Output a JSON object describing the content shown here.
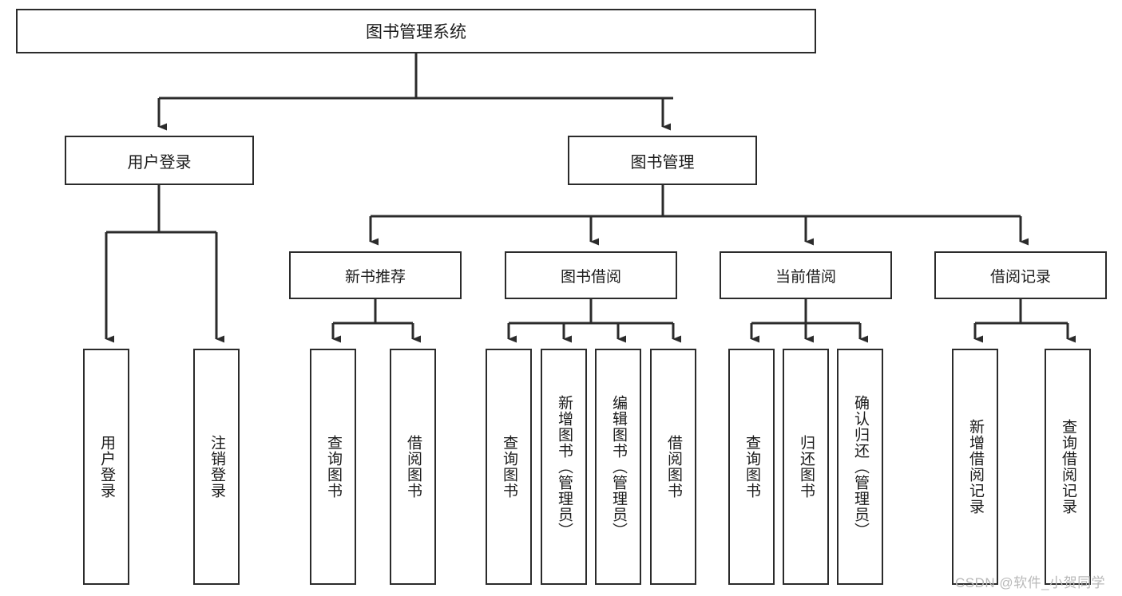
{
  "diagram": {
    "type": "tree-hierarchy",
    "title": "图书管理系统",
    "watermark": "CSDN @软件_小贺同学",
    "colors": {
      "stroke": "#2b2b2b",
      "fill": "#ffffff",
      "text": "#1b1b1b",
      "watermark": "#b9b9b9"
    },
    "nodes": {
      "root": {
        "label": "图书管理系统",
        "level": 1
      },
      "l2": [
        {
          "id": "user-login",
          "label": "用户登录",
          "level": 2
        },
        {
          "id": "book-manage",
          "label": "图书管理",
          "level": 2
        }
      ],
      "l3": [
        {
          "id": "new-book-recommend",
          "label": "新书推荐",
          "level": 3,
          "parent": "book-manage"
        },
        {
          "id": "book-borrow",
          "label": "图书借阅",
          "level": 3,
          "parent": "book-manage"
        },
        {
          "id": "current-borrow",
          "label": "当前借阅",
          "level": 3,
          "parent": "book-manage"
        },
        {
          "id": "borrow-record",
          "label": "借阅记录",
          "level": 3,
          "parent": "book-manage"
        }
      ],
      "leaves": [
        {
          "id": "leaf-user-login",
          "label": "用户登录",
          "parent": "user-login"
        },
        {
          "id": "leaf-user-logout",
          "label": "注销登录",
          "parent": "user-login"
        },
        {
          "id": "leaf-query-book-1",
          "label": "查询图书",
          "parent": "new-book-recommend"
        },
        {
          "id": "leaf-borrow-book-1",
          "label": "借阅图书",
          "parent": "new-book-recommend"
        },
        {
          "id": "leaf-query-book-2",
          "label": "查询图书",
          "parent": "book-borrow"
        },
        {
          "id": "leaf-add-book",
          "label": "新增图书（管理员）",
          "parent": "book-borrow"
        },
        {
          "id": "leaf-edit-book",
          "label": "编辑图书（管理员）",
          "parent": "book-borrow"
        },
        {
          "id": "leaf-borrow-book-2",
          "label": "借阅图书",
          "parent": "book-borrow"
        },
        {
          "id": "leaf-query-book-3",
          "label": "查询图书",
          "parent": "current-borrow"
        },
        {
          "id": "leaf-return-book",
          "label": "归还图书",
          "parent": "current-borrow"
        },
        {
          "id": "leaf-confirm-return",
          "label": "确认归还（管理员）",
          "parent": "current-borrow"
        },
        {
          "id": "leaf-add-record",
          "label": "新增借阅记录",
          "parent": "borrow-record"
        },
        {
          "id": "leaf-query-record",
          "label": "查询借阅记录",
          "parent": "borrow-record"
        }
      ]
    }
  }
}
